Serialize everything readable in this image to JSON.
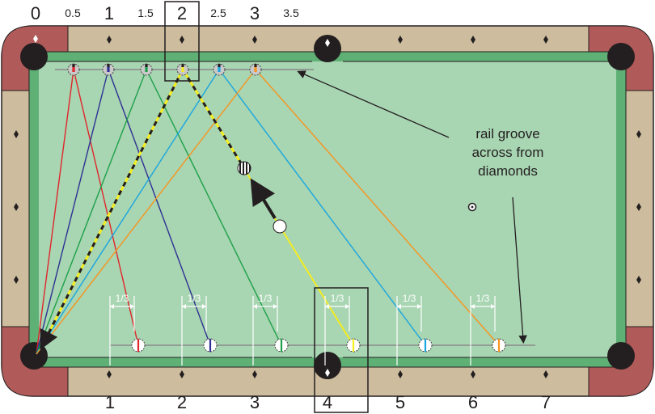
{
  "top_labels": [
    "0",
    "0.5",
    "1",
    "1.5",
    "2",
    "2.5",
    "3",
    "3.5"
  ],
  "bottom_labels": [
    "1",
    "2",
    "3",
    "4",
    "5",
    "6",
    "7"
  ],
  "third_label": "1/3",
  "annotation": [
    "rail groove",
    "across from",
    "diamonds"
  ],
  "colors": {
    "cloth": "#a8d5b2",
    "cushion": "#5fb075",
    "rail": "#cdbd9e",
    "corner": "#b05a59",
    "red": "#e0262b",
    "blue": "#2e3192",
    "green": "#1ea04a",
    "cyan": "#1aa6de",
    "orange": "#f7941d",
    "yellow": "#f4ed1f",
    "white_guide": "#ffffff",
    "pocket": "#231f20"
  },
  "icons": [
    "object-ball-icon",
    "cue-ball-icon",
    "pocket-icon",
    "diamond-icon",
    "arrow-icon"
  ]
}
